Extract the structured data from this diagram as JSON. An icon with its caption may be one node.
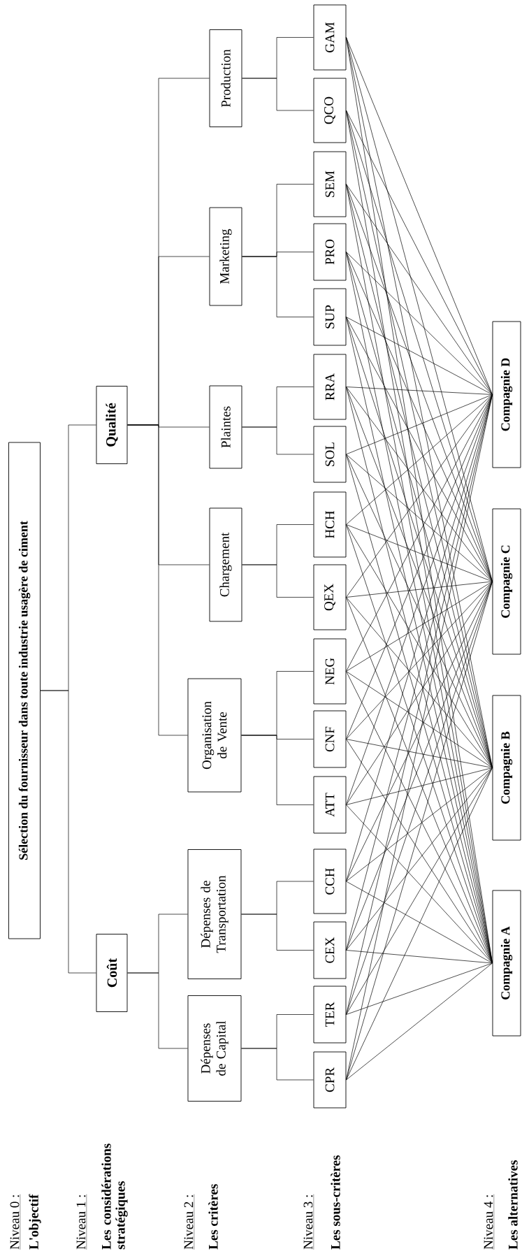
{
  "diagram": {
    "nodes": [
      {
        "text": [
          "Sélection du fournisseur dans toute industrie usagère de ciment"
        ]
      },
      {
        "text": [
          "Coût"
        ]
      },
      {
        "text": [
          "Qualité"
        ]
      },
      {
        "text": [
          "Dépenses de Capital"
        ]
      },
      {
        "text": [
          "Dépenses de Transportation"
        ]
      },
      {
        "text": [
          "Organisation de Vente"
        ]
      },
      {
        "text": [
          "Chargement"
        ]
      },
      {
        "text": [
          "Plaintes"
        ]
      },
      {
        "text": [
          "Marketing"
        ]
      },
      {
        "text": [
          "Production"
        ]
      },
      {
        "text": [
          "CPR"
        ]
      },
      {
        "text": [
          "TER"
        ]
      },
      {
        "text": [
          "CEX"
        ]
      },
      {
        "text": [
          "CCH"
        ]
      },
      {
        "text": [
          "ATT"
        ]
      },
      {
        "text": [
          "CNF"
        ]
      },
      {
        "text": [
          "NEG"
        ]
      },
      {
        "text": [
          "QEX"
        ]
      },
      {
        "text": [
          "HCH"
        ]
      },
      {
        "text": [
          "SOL"
        ]
      },
      {
        "text": [
          "RRA"
        ]
      },
      {
        "text": [
          "SUP"
        ]
      },
      {
        "text": [
          "PRO"
        ]
      },
      {
        "text": [
          "SEM"
        ]
      },
      {
        "text": [
          "QCO"
        ]
      },
      {
        "text": [
          "GAM"
        ]
      },
      {
        "text": [
          "Compagnie A"
        ]
      },
      {
        "text": [
          "Compagnie B"
        ]
      },
      {
        "text": [
          "Compagnie C"
        ]
      },
      {
        "text": [
          "Compagnie D"
        ]
      }
    ],
    "edges": [
      {
        "from": 0,
        "to": 1,
        "arrow": "none"
      },
      {
        "from": 0,
        "to": 2,
        "arrow": "none"
      },
      {
        "from": 1,
        "to": 3,
        "arrow": "none"
      },
      {
        "from": 1,
        "to": 4,
        "arrow": "none"
      },
      {
        "from": 2,
        "to": 5,
        "arrow": "none"
      },
      {
        "from": 2,
        "to": 6,
        "arrow": "none"
      },
      {
        "from": 2,
        "to": 7,
        "arrow": "none"
      },
      {
        "from": 2,
        "to": 8,
        "arrow": "none"
      },
      {
        "from": 2,
        "to": 9,
        "arrow": "none"
      },
      {
        "from": 3,
        "to": 10,
        "arrow": "none"
      },
      {
        "from": 3,
        "to": 11,
        "arrow": "none"
      },
      {
        "from": 4,
        "to": 12,
        "arrow": "none"
      },
      {
        "from": 4,
        "to": 13,
        "arrow": "none"
      },
      {
        "from": 5,
        "to": 14,
        "arrow": "none"
      },
      {
        "from": 5,
        "to": 15,
        "arrow": "none"
      },
      {
        "from": 5,
        "to": 16,
        "arrow": "none"
      },
      {
        "from": 6,
        "to": 17,
        "arrow": "none"
      },
      {
        "from": 6,
        "to": 18,
        "arrow": "none"
      },
      {
        "from": 7,
        "to": 19,
        "arrow": "none"
      },
      {
        "from": 7,
        "to": 20,
        "arrow": "none"
      },
      {
        "from": 8,
        "to": 21,
        "arrow": "none"
      },
      {
        "from": 8,
        "to": 22,
        "arrow": "none"
      },
      {
        "from": 8,
        "to": 23,
        "arrow": "none"
      },
      {
        "from": 9,
        "to": 24,
        "arrow": "none"
      },
      {
        "from": 9,
        "to": 25,
        "arrow": "none"
      },
      {
        "from": 10,
        "to": 26,
        "arrow": "none"
      },
      {
        "from": 10,
        "to": 27,
        "arrow": "none"
      },
      {
        "from": 10,
        "to": 28,
        "arrow": "none"
      },
      {
        "from": 10,
        "to": 29,
        "arrow": "none"
      },
      {
        "from": 11,
        "to": 26,
        "arrow": "none"
      },
      {
        "from": 11,
        "to": 27,
        "arrow": "none"
      },
      {
        "from": 11,
        "to": 28,
        "arrow": "none"
      },
      {
        "from": 11,
        "to": 29,
        "arrow": "none"
      },
      {
        "from": 12,
        "to": 26,
        "arrow": "none"
      },
      {
        "from": 12,
        "to": 27,
        "arrow": "none"
      },
      {
        "from": 12,
        "to": 28,
        "arrow": "none"
      },
      {
        "from": 12,
        "to": 29,
        "arrow": "none"
      },
      {
        "from": 13,
        "to": 26,
        "arrow": "none"
      },
      {
        "from": 13,
        "to": 27,
        "arrow": "none"
      },
      {
        "from": 13,
        "to": 28,
        "arrow": "none"
      },
      {
        "from": 13,
        "to": 29,
        "arrow": "none"
      },
      {
        "from": 14,
        "to": 26,
        "arrow": "none"
      },
      {
        "from": 14,
        "to": 27,
        "arrow": "none"
      },
      {
        "from": 14,
        "to": 28,
        "arrow": "none"
      },
      {
        "from": 14,
        "to": 29,
        "arrow": "none"
      },
      {
        "from": 15,
        "to": 26,
        "arrow": "none"
      },
      {
        "from": 15,
        "to": 27,
        "arrow": "none"
      },
      {
        "from": 15,
        "to": 28,
        "arrow": "none"
      },
      {
        "from": 15,
        "to": 29,
        "arrow": "none"
      },
      {
        "from": 16,
        "to": 26,
        "arrow": "none"
      },
      {
        "from": 16,
        "to": 27,
        "arrow": "none"
      },
      {
        "from": 16,
        "to": 28,
        "arrow": "none"
      },
      {
        "from": 16,
        "to": 29,
        "arrow": "none"
      },
      {
        "from": 17,
        "to": 26,
        "arrow": "none"
      },
      {
        "from": 17,
        "to": 27,
        "arrow": "none"
      },
      {
        "from": 17,
        "to": 28,
        "arrow": "none"
      },
      {
        "from": 17,
        "to": 29,
        "arrow": "none"
      },
      {
        "from": 18,
        "to": 26,
        "arrow": "none"
      },
      {
        "from": 18,
        "to": 27,
        "arrow": "none"
      },
      {
        "from": 18,
        "to": 28,
        "arrow": "none"
      },
      {
        "from": 18,
        "to": 29,
        "arrow": "none"
      },
      {
        "from": 19,
        "to": 26,
        "arrow": "none"
      },
      {
        "from": 19,
        "to": 27,
        "arrow": "none"
      },
      {
        "from": 19,
        "to": 28,
        "arrow": "none"
      },
      {
        "from": 19,
        "to": 29,
        "arrow": "none"
      },
      {
        "from": 20,
        "to": 26,
        "arrow": "none"
      },
      {
        "from": 20,
        "to": 27,
        "arrow": "none"
      },
      {
        "from": 20,
        "to": 28,
        "arrow": "none"
      },
      {
        "from": 20,
        "to": 29,
        "arrow": "none"
      },
      {
        "from": 21,
        "to": 26,
        "arrow": "none"
      },
      {
        "from": 21,
        "to": 27,
        "arrow": "none"
      },
      {
        "from": 21,
        "to": 28,
        "arrow": "none"
      },
      {
        "from": 21,
        "to": 29,
        "arrow": "none"
      },
      {
        "from": 22,
        "to": 26,
        "arrow": "none"
      },
      {
        "from": 22,
        "to": 27,
        "arrow": "none"
      },
      {
        "from": 22,
        "to": 28,
        "arrow": "none"
      },
      {
        "from": 22,
        "to": 29,
        "arrow": "none"
      },
      {
        "from": 23,
        "to": 26,
        "arrow": "none"
      },
      {
        "from": 23,
        "to": 27,
        "arrow": "none"
      },
      {
        "from": 23,
        "to": 28,
        "arrow": "none"
      },
      {
        "from": 23,
        "to": 29,
        "arrow": "none"
      },
      {
        "from": 24,
        "to": 26,
        "arrow": "none"
      },
      {
        "from": 24,
        "to": 27,
        "arrow": "none"
      },
      {
        "from": 24,
        "to": 28,
        "arrow": "none"
      },
      {
        "from": 24,
        "to": 29,
        "arrow": "none"
      },
      {
        "from": 25,
        "to": 26,
        "arrow": "none"
      },
      {
        "from": 25,
        "to": 27,
        "arrow": "none"
      },
      {
        "from": 25,
        "to": 28,
        "arrow": "none"
      },
      {
        "from": 25,
        "to": 29,
        "arrow": "none"
      }
    ],
    "labels": [
      "Niveau 0 :",
      "L'objectif",
      "Niveau 1 :",
      "Les considérations stratégiques",
      "Niveau 2 :",
      "Les critères",
      "Niveau 3 :",
      "Les sous-critères",
      "Niveau 4 :",
      "Les alternatives"
    ]
  }
}
